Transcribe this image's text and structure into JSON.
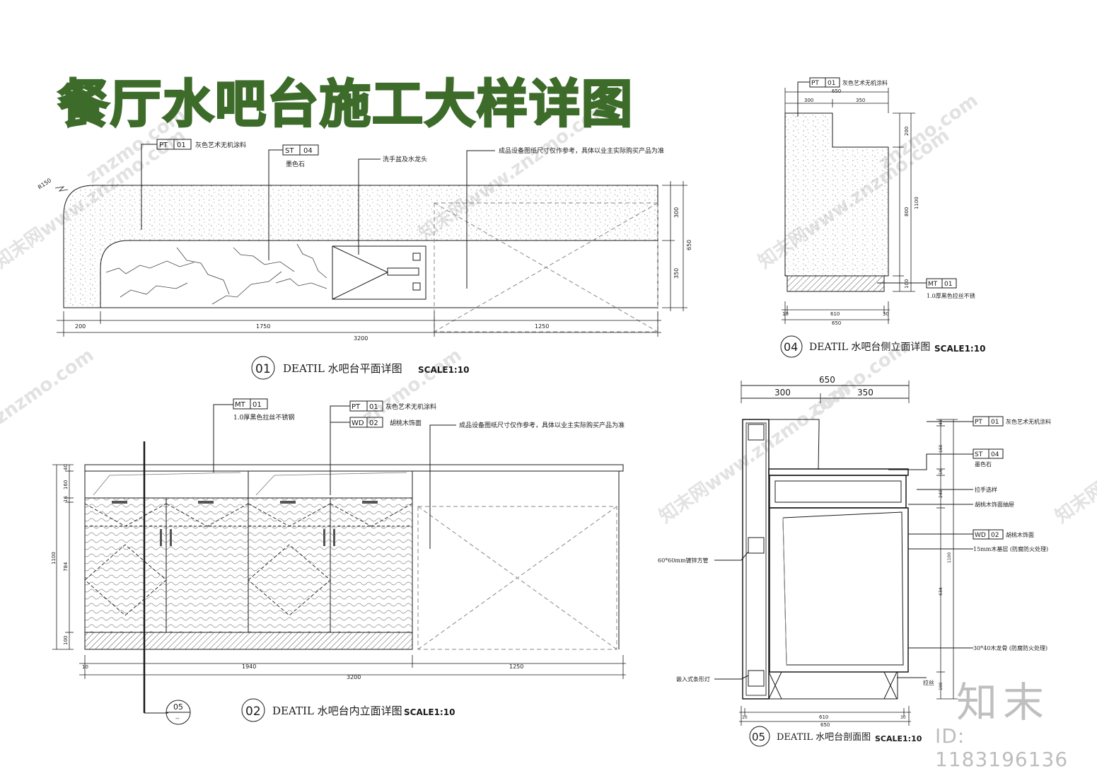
{
  "title": "餐厅水吧台施工大样详图",
  "watermark": "znzmo.com",
  "watermark_cn": "知末网www.znzmo.com",
  "brand": "知末",
  "brand_id": "ID: 1183196136",
  "colors": {
    "title_green": "#3d6b2a",
    "line": "#1a1a1a",
    "watermark": "#e3e3e3"
  },
  "plan": {
    "tag_pt": {
      "code": "PT",
      "num": "01",
      "desc": "灰色艺术无机涂料"
    },
    "tag_st": {
      "code": "ST",
      "num": "04",
      "desc": "墨色石"
    },
    "note_sink": "洗手盆及水龙头",
    "note_equipment": "成品设备图纸尺寸仅作参考，具体以业主实际购买产品为准",
    "radius": "R150",
    "dims_bottom": [
      "200",
      "1750",
      "1250"
    ],
    "dim_total": "3200",
    "dims_right": [
      "300",
      "350"
    ],
    "dim_right_total": "650",
    "caption_num": "01",
    "caption": "DEATIL 水吧台平面详图",
    "scale": "SCALE1:10"
  },
  "elevation": {
    "tag_mt": {
      "code": "MT",
      "num": "01",
      "desc": "1.0厚黑色拉丝不锈钢"
    },
    "tag_pt": {
      "code": "PT",
      "num": "01",
      "desc": "灰色艺术无机涂料"
    },
    "tag_wd": {
      "code": "WD",
      "num": "02",
      "desc": "胡桃木饰面"
    },
    "note_equipment": "成品设备图纸尺寸仅作参考，具体以业主实际购买产品为准",
    "dims_left": [
      "40",
      "160",
      "16",
      "784",
      "100"
    ],
    "dim_left_total": "1100",
    "dims_bottom": [
      "10",
      "1940",
      "1250"
    ],
    "dim_total": "3200",
    "section_marker": "05",
    "section_sub": "--",
    "caption_num": "02",
    "caption": "DEATIL 水吧台内立面详图",
    "scale": "SCALE1:10"
  },
  "side": {
    "tag_pt": {
      "code": "PT",
      "num": "01",
      "desc": "灰色艺术无机涂料"
    },
    "tag_mt": {
      "code": "MT",
      "num": "01",
      "desc": "1.0厚黑色拉丝不锈"
    },
    "dims_top": [
      "650",
      "300",
      "350"
    ],
    "dims_right": [
      "200",
      "800",
      "100"
    ],
    "dim_right_total": "1100",
    "dims_bottom": [
      "10",
      "610",
      "30"
    ],
    "dim_bottom_total": "650",
    "caption_num": "04",
    "caption": "DEATIL 水吧台侧立面详图",
    "scale": "SCALE1:10"
  },
  "section": {
    "dims_top": [
      "650",
      "300",
      "350"
    ],
    "labels_right": [
      "灰色艺术无机涂料",
      "墨色石",
      "拉手选样",
      "胡桃木饰面抽屉",
      "胡桃木饰面",
      "15mm木基层 (防腐防火处理)",
      "30*40木龙骨 (防腐防火处理)"
    ],
    "tag_pt": {
      "code": "PT",
      "num": "01"
    },
    "tag_st": {
      "code": "ST",
      "num": "04"
    },
    "tag_wd": {
      "code": "WD",
      "num": "02"
    },
    "label_left_pipe": "60*60mm镀锌方管",
    "label_left_light": "嵌入式条形灯",
    "label_bottom_right": "拉丝",
    "dims_right": [
      "40",
      "160",
      "16",
      "240",
      "634",
      "100"
    ],
    "dim_right_total": "1100",
    "dims_bottom": [
      "10",
      "610",
      "30"
    ],
    "dim_bottom_total": "650",
    "caption_num": "05",
    "caption": "DEATIL 水吧台剖面图",
    "scale": "SCALE1:10"
  }
}
